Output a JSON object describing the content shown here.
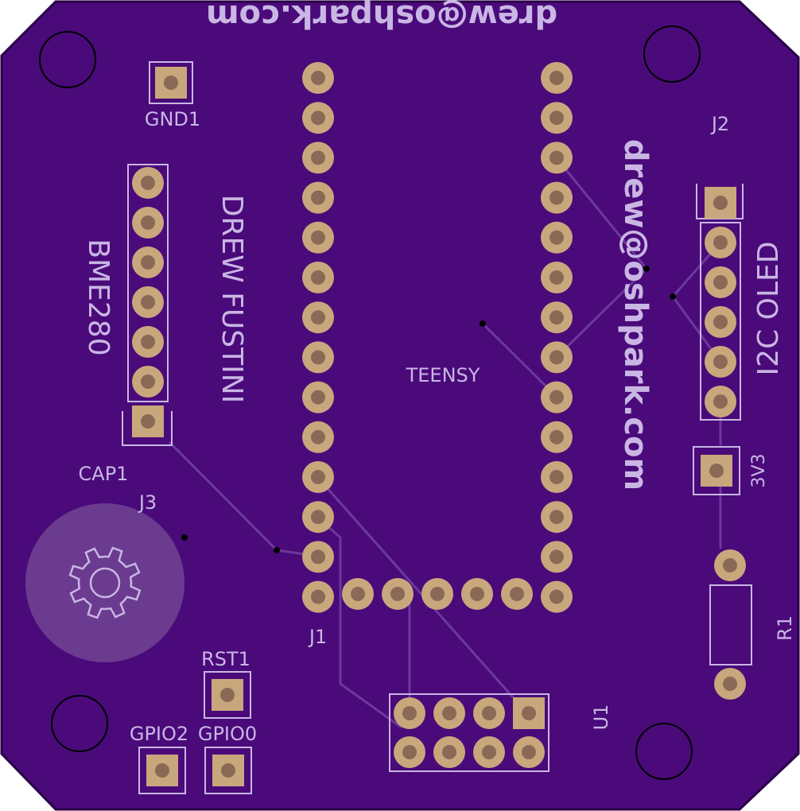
{
  "colors": {
    "board": "#4a0a7a",
    "board_edge": "#2a0347",
    "trace": "#6b3a9a",
    "silk": "#c9b6e4",
    "pad": "#c8a77c",
    "pad_hole": "#8a6a56",
    "logo_disk": "#6a3b8e"
  },
  "labels": {
    "top_url": "drew@oshpark.com",
    "side_url": "drew@oshpark.com",
    "designer": "DREW FUSTINI",
    "bme280": "BME280",
    "i2c_oled": "I2C OLED",
    "teensy": "TEENSY",
    "gnd1": "GND1",
    "j2": "J2",
    "v3v3": "3V3",
    "cap1": "CAP1",
    "j3": "J3",
    "j1": "J1",
    "rst1": "RST1",
    "gpio2": "GPIO2",
    "gpio0": "GPIO0",
    "u1": "U1",
    "r1": "R1"
  },
  "logo": {
    "icon": "gear-icon"
  }
}
